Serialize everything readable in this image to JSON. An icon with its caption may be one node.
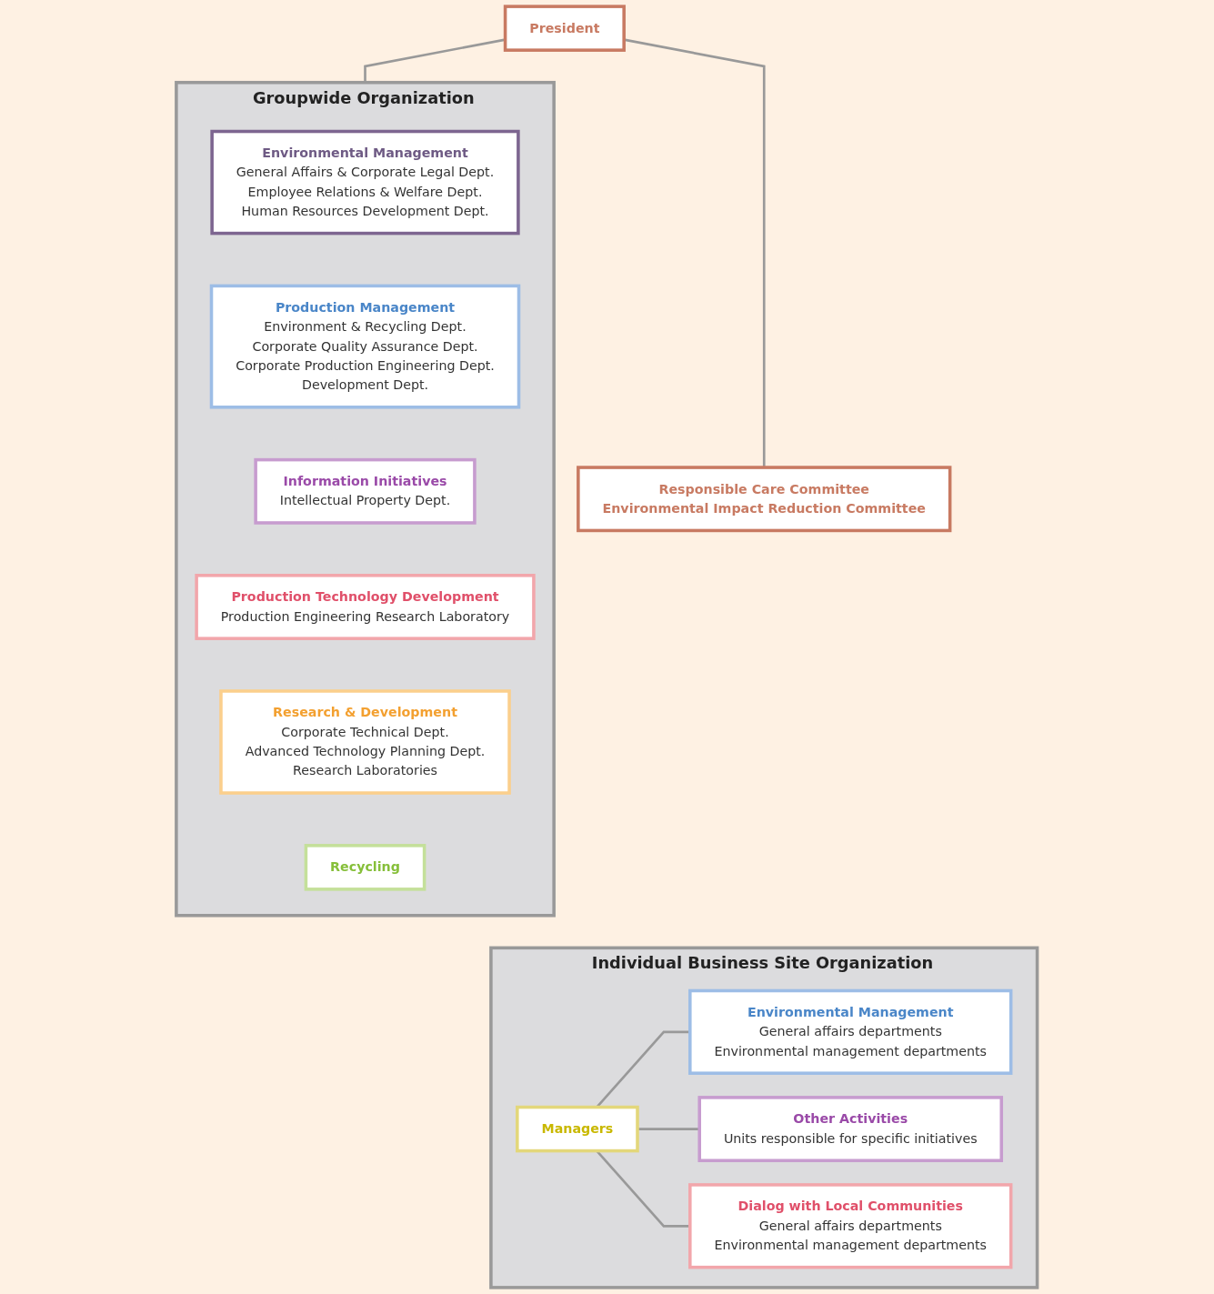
{
  "diagram": {
    "nodes": [
      {
        "text": [
          "President"
        ]
      },
      {
        "text": [
          "Responsible Care Committee",
          "Environmental Impact Reduction Committee"
        ]
      },
      {
        "text": [
          "Groupwide Organization"
        ]
      },
      {
        "text": [
          "Environmental Management",
          "General Affairs & Corporate Legal Dept.",
          "Employee Relations & Welfare Dept.",
          "Human Resources Development Dept."
        ],
        "in": 2
      },
      {
        "text": [
          "Production Management",
          "Environment & Recycling Dept.",
          "Corporate Quality Assurance Dept.",
          "Corporate Production Engineering Dept.",
          "Development Dept."
        ],
        "in": 2
      },
      {
        "text": [
          "Information Initiatives",
          "Intellectual Property Dept."
        ],
        "in": 2
      },
      {
        "text": [
          "Production Technology Development",
          "Production Engineering Research Laboratory"
        ],
        "in": 2
      },
      {
        "text": [
          "Research & Development",
          "Corporate Technical Dept.",
          "Advanced Technology Planning Dept.",
          "Research Laboratories"
        ],
        "in": 2
      },
      {
        "text": [
          "Recycling"
        ],
        "in": 2
      },
      {
        "text": [
          "Individual Business Site Organization"
        ]
      },
      {
        "text": [
          "Managers"
        ],
        "in": 9
      },
      {
        "text": [
          "Environmental Management",
          "General affairs departments",
          "Environmental management departments"
        ],
        "in": 9
      },
      {
        "text": [
          "Other Activities",
          "Units responsible for specific initiatives"
        ],
        "in": 9
      },
      {
        "text": [
          "Dialog with Local Communities",
          "General affairs departments",
          "Environmental management departments"
        ],
        "in": 9
      }
    ],
    "edges": [
      {
        "from": 0,
        "to": 1,
        "arrow": "none"
      },
      {
        "from": 0,
        "to": 2,
        "arrow": "none"
      },
      {
        "from": 10,
        "to": 11,
        "arrow": "none"
      },
      {
        "from": 10,
        "to": 12,
        "arrow": "none"
      },
      {
        "from": 10,
        "to": 13,
        "arrow": "none"
      }
    ]
  }
}
